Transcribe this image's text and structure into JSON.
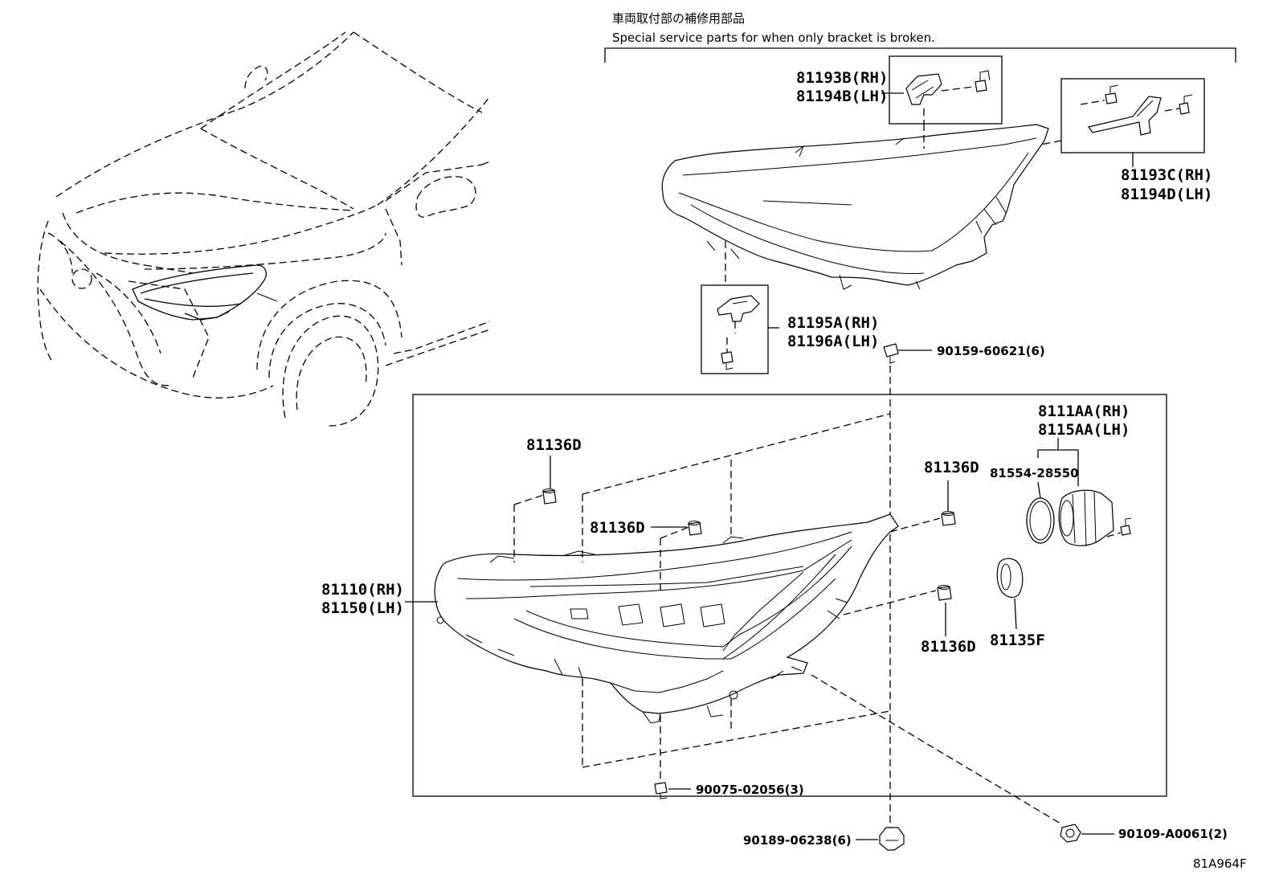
{
  "header": {
    "note_jp": "車両取付部の補修用部品",
    "note_en": "Special service parts for when only bracket is broken."
  },
  "labels": {
    "bracket_top_rh": "81193B(RH)",
    "bracket_top_lh": "81194B(LH)",
    "bracket_right_rh": "81193C(RH)",
    "bracket_right_lh": "81194D(LH)",
    "bracket_lower_rh": "81195A(RH)",
    "bracket_lower_lh": "81196A(LH)",
    "screw_top": "90159-60621(6)",
    "headlamp_rh": "81110(RH)",
    "headlamp_lh": "81150(LH)",
    "cap_1": "81136D",
    "cap_2": "81136D",
    "cap_3": "81136D",
    "cap_4": "81136D",
    "unit_rh": "8111AA(RH)",
    "unit_lh": "8115AA(LH)",
    "gasket": "81554-28550",
    "socket": "81135F",
    "screw_bottom": "90075-02056(3)",
    "clip_bottom": "90189-06238(6)",
    "screw_right": "90109-A0061(2)"
  },
  "figure_code": "81A964F"
}
